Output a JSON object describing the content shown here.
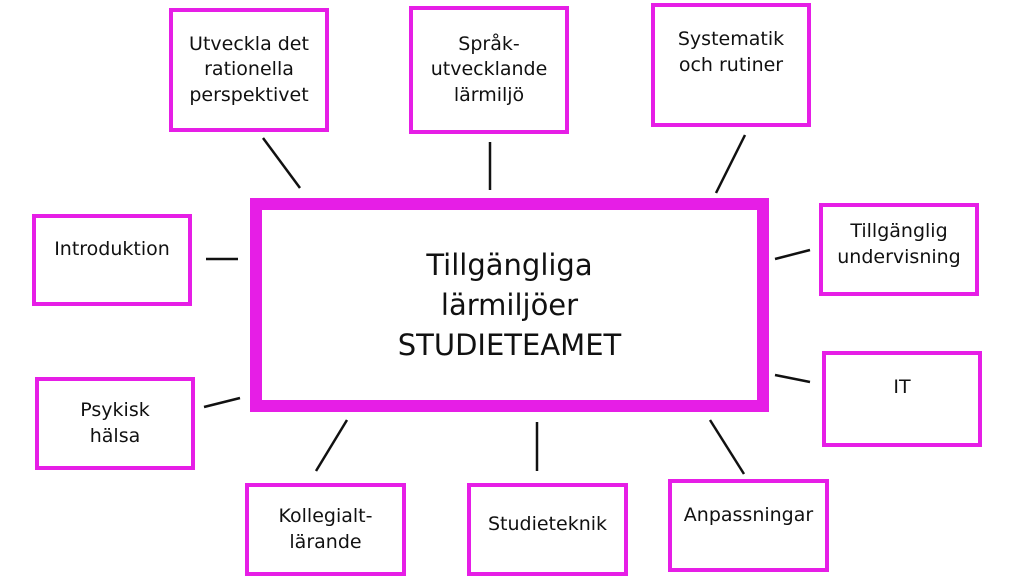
{
  "center": {
    "label": "Tillgängliga\nlärmiljöer\nSTUDIETEAMET"
  },
  "nodes": {
    "utveckla": "Utveckla det\nrationella\nperspektivet",
    "sprak": "Språk-\nutvecklande\nlärmiljö",
    "systematik": "Systematik\noch rutiner",
    "introduktion": "Introduktion",
    "tillganglig": "Tillgänglig\nundervisning",
    "psykisk": "Psykisk\nhälsa",
    "it": "IT",
    "kollegialt": "Kollegialt-\nlärande",
    "studieteknik": "Studieteknik",
    "anpassningar": "Anpassningar"
  },
  "colors": {
    "border": "#e61ee6",
    "line": "#111111"
  }
}
